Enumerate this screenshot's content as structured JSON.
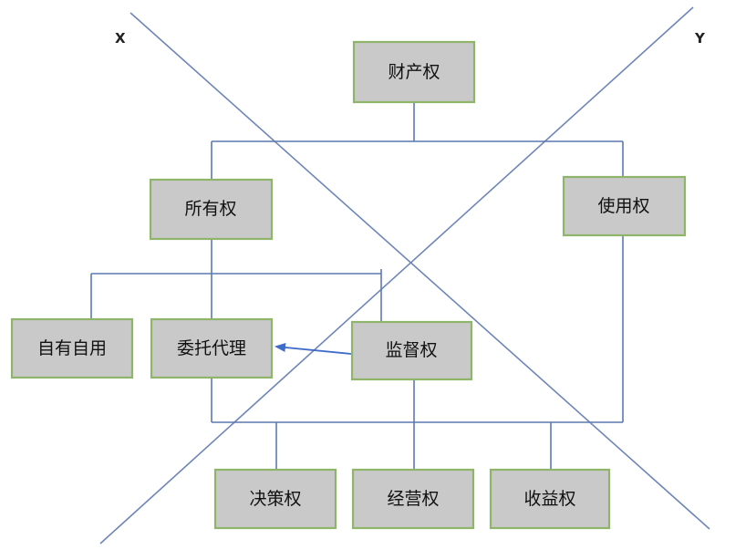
{
  "axes": {
    "x_label": "X",
    "y_label": "Y"
  },
  "nodes": {
    "property_rights": "财产权",
    "ownership": "所有权",
    "usage_right": "使用权",
    "self_use": "自有自用",
    "entrusted_agency": "委托代理",
    "supervision_right": "监督权",
    "decision_right": "决策权",
    "operation_right": "经营权",
    "income_right": "收益权"
  },
  "colors": {
    "node_fill": "#c9c9c9",
    "node_border": "#8fb56a",
    "connector": "#5b79b0",
    "diagonal": "#6e86b8",
    "arrow": "#3f6cc9"
  }
}
